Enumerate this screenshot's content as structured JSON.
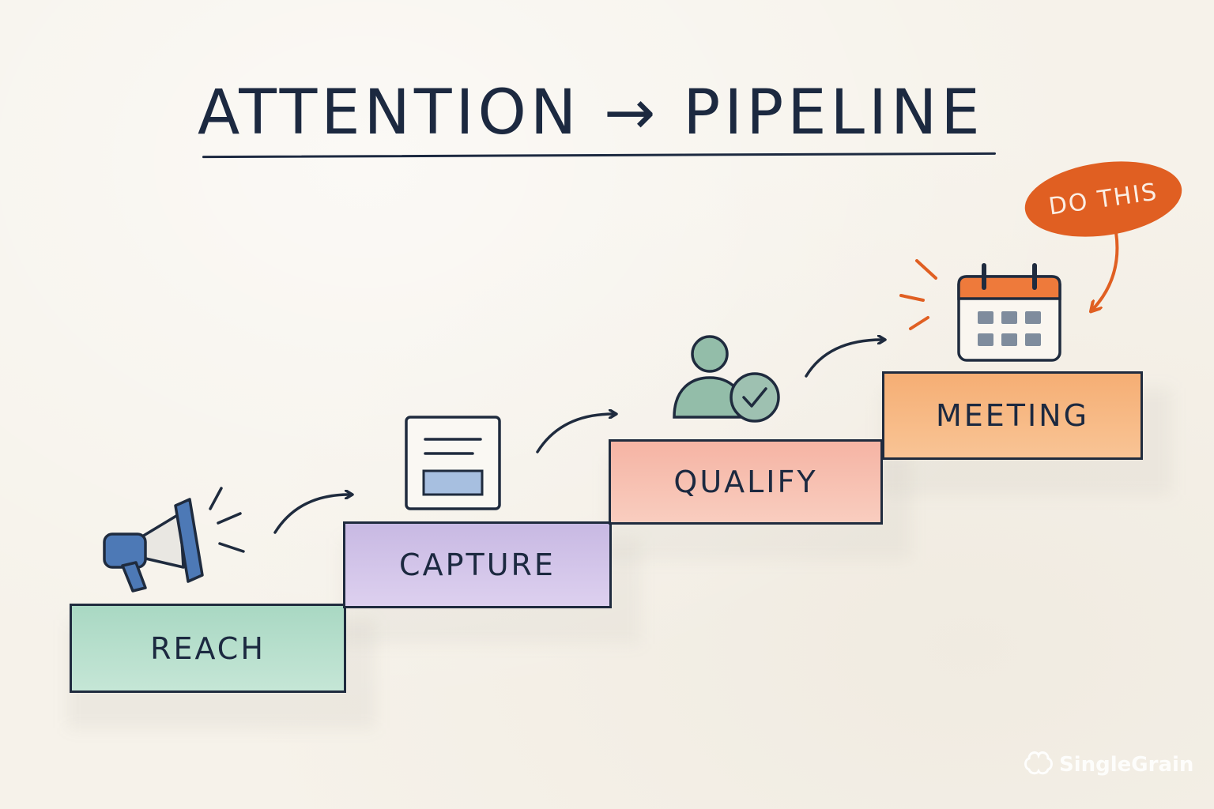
{
  "title": "ATTENTION → PIPELINE",
  "steps": [
    {
      "label": "REACH",
      "icon": "megaphone-icon",
      "color": "#b6dfcc"
    },
    {
      "label": "CAPTURE",
      "icon": "form-icon",
      "color": "#d3c5ea"
    },
    {
      "label": "QUALIFY",
      "icon": "user-check-icon",
      "color": "#f7c1b2"
    },
    {
      "label": "MEETING",
      "icon": "calendar-icon",
      "color": "#f7b986"
    }
  ],
  "callout": {
    "label": "DO THIS",
    "color": "#e05f22"
  },
  "ink_color": "#1c2940",
  "watermark": {
    "label": "SingleGrain"
  }
}
